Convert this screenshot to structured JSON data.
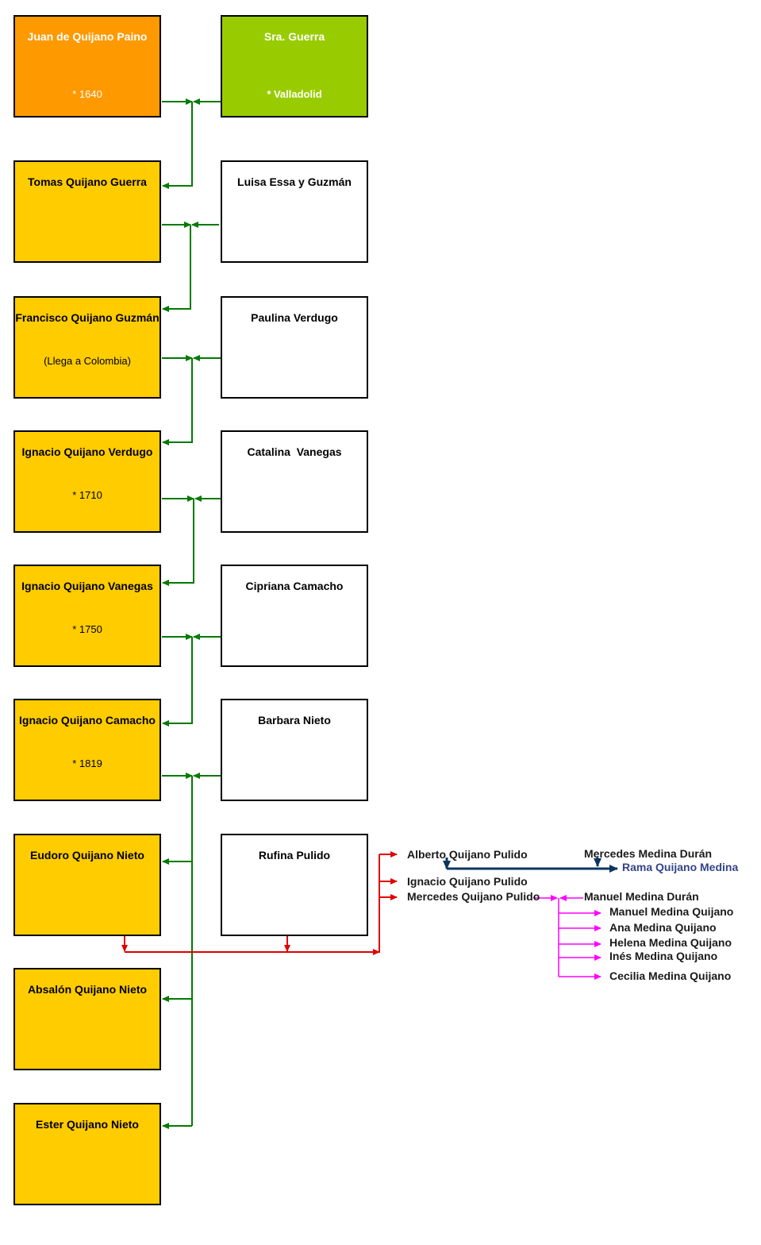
{
  "colors": {
    "orange": "#FF9900",
    "green_box": "#99CC00",
    "yellow": "#FFCC00",
    "white": "#FFFFFF",
    "green_line": "#007A00",
    "red_line": "#E00000",
    "navy_line": "#0D3460",
    "magenta_line": "#FF00FF",
    "rama_text": "#334488"
  },
  "main_line": {
    "juan": {
      "name": "Juan de Quijano Paino",
      "note": "* 1640"
    },
    "tomas": {
      "name": "Tomas Quijano Guerra"
    },
    "francisco": {
      "name": "Francisco Quijano Guzmán",
      "note": "(Llega a Colombia)"
    },
    "ignacio_verdugo": {
      "name": "Ignacio Quijano Verdugo",
      "note": "* 1710"
    },
    "ignacio_vanegas": {
      "name": "Ignacio Quijano Vanegas",
      "note": "* 1750"
    },
    "ignacio_camacho": {
      "name": "Ignacio Quijano Camacho",
      "note": "* 1819"
    },
    "eudoro": {
      "name": "Eudoro Quijano Nieto"
    },
    "absalon": {
      "name": "Absalón Quijano Nieto"
    },
    "ester": {
      "name": "Ester Quijano Nieto"
    }
  },
  "spouses": {
    "guerra": {
      "name": "Sra. Guerra",
      "note": "* Valladolid"
    },
    "luisa": {
      "name": "Luisa Essa y Guzmán"
    },
    "paulina": {
      "name": "Paulina Verdugo"
    },
    "catalina": {
      "name": "Catalina  Vanegas"
    },
    "cipriana": {
      "name": "Cipriana Camacho"
    },
    "barbara": {
      "name": "Barbara Nieto"
    },
    "rufina": {
      "name": "Rufina Pulido"
    }
  },
  "pulido_children": {
    "alberto": "Alberto Quijano Pulido",
    "ignacio": "Ignacio Quijano Pulido",
    "mercedes": "Mercedes Quijano Pulido"
  },
  "medina": {
    "mercedes_duran": "Mercedes Medina Durán",
    "rama": "Rama Quijano Medina",
    "manuel_duran": "Manuel Medina Durán",
    "children": {
      "manuel": "Manuel Medina Quijano",
      "ana": "Ana Medina Quijano",
      "helena": "Helena Medina Quijano",
      "ines": "Inés Medina Quijano",
      "cecilia": "Cecilia Medina Quijano"
    }
  }
}
